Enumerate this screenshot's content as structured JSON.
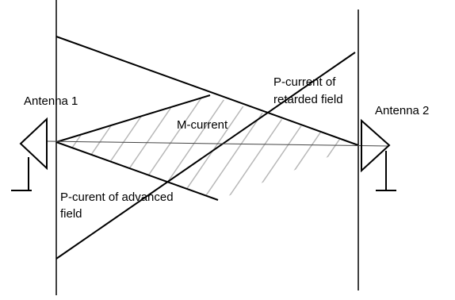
{
  "diagram": {
    "labels": {
      "antenna1": "Antenna 1",
      "antenna2": "Antenna 2",
      "m_current": "M-current",
      "p_retarded_line1": "P-current of",
      "p_retarded_line2": "retarded field",
      "p_advanced_line1": "P-curent of advanced",
      "p_advanced_line2": "field"
    },
    "colors": {
      "stroke": "#000000",
      "hatch": "#b8b8b8",
      "background": "#ffffff"
    }
  }
}
